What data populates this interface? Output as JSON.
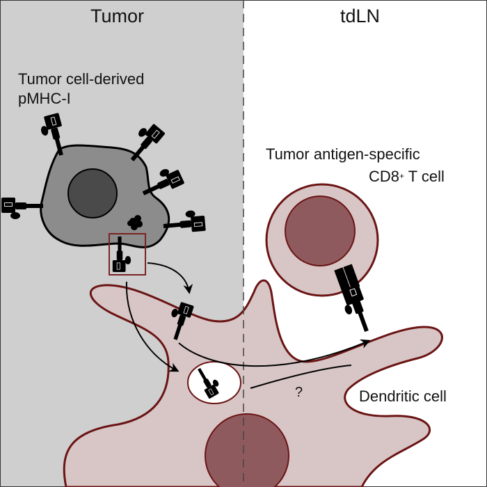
{
  "regions": {
    "left": {
      "title": "Tumor",
      "background": "#cfcfcf"
    },
    "right": {
      "title": "tdLN",
      "background": "#ffffff"
    }
  },
  "labels": {
    "tumor_pmhc_line1": "Tumor cell-derived",
    "tumor_pmhc_line2": "pMHC-I",
    "tcell_line1": "Tumor antigen-specific",
    "tcell_line2_prefix": "CD8",
    "tcell_line2_sup": "+",
    "tcell_line2_suffix": " T cell",
    "dendritic_cell": "Dendritic cell",
    "unknown_route": "?"
  },
  "colors": {
    "tumor_cell_fill": "#8c8c8c",
    "tumor_nucleus_fill": "#4a4a4a",
    "dc_fill": "#d8c6c6",
    "dc_outline": "#6b1414",
    "nucleus_fill": "#8f5a5e",
    "vesicle_fill": "#ffffff",
    "molecule": "#000000",
    "divider": "#333333",
    "highlight_box": "#7a2222"
  }
}
